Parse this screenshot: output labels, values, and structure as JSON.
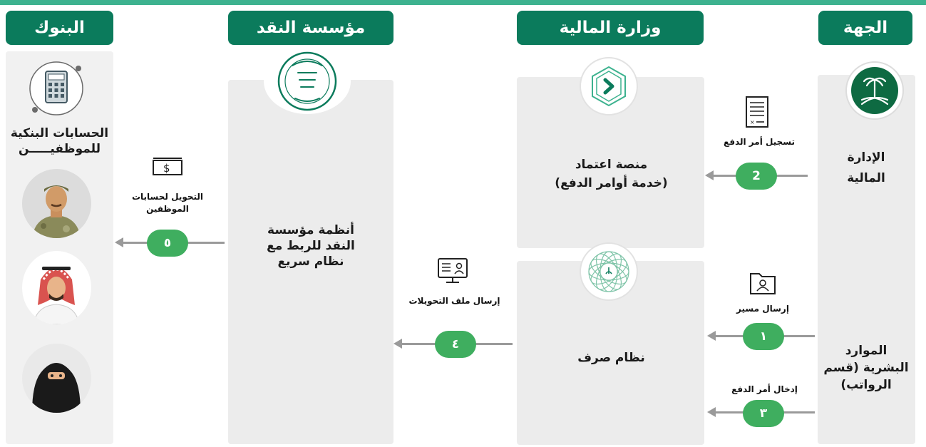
{
  "headers": {
    "entity": "الجهة",
    "ministry": "وزارة المالية",
    "sama": "مؤسسة النقد",
    "banks": "البنوك"
  },
  "entity_panel": {
    "finance_admin": [
      "الإدارة",
      "المالية"
    ],
    "hr": [
      "الموارد",
      "البشرية (قسم",
      "الرواتب)"
    ]
  },
  "ministry_panel": {
    "etimad": [
      "منصة اعتماد",
      "(خدمة أوامر الدفع)"
    ],
    "sarf": "نظام صرف"
  },
  "sama_panel": {
    "systems": [
      "أنظمة مؤسسة",
      "النقد للربط مع",
      "نظام سريع"
    ]
  },
  "banks_panel": {
    "accounts": [
      "الحسابات البنكية",
      "للموظفيـــــن"
    ]
  },
  "steps": {
    "s1": "١",
    "s2": "2",
    "s3": "٣",
    "s4": "٤",
    "s5": "٥"
  },
  "arrow_labels": {
    "register_payment": "تسجيل أمر الدفع",
    "send_payroll": "إرسال مسير",
    "enter_payment": "إدخال أمر الدفع",
    "send_transfer_file": "إرسال ملف التحويلات",
    "transfer_accounts": [
      "التحويل لحسابات",
      "الموظفين"
    ]
  },
  "colors": {
    "header_bg": "#0b7b5c",
    "accent": "#3db28f",
    "step_bg": "#3fae5f",
    "panel_bg": "#ececec",
    "arrow": "#9a9a9a"
  },
  "icons": [
    "palm-swords-emblem-icon",
    "etimad-logo-icon",
    "sarf-logo-icon",
    "sama-seal-icon",
    "calculator-icon",
    "document-icon",
    "folder-person-icon",
    "monitor-person-icon",
    "banknote-icon",
    "soldier-avatar",
    "man-ghutra-avatar",
    "woman-niqab-avatar"
  ]
}
